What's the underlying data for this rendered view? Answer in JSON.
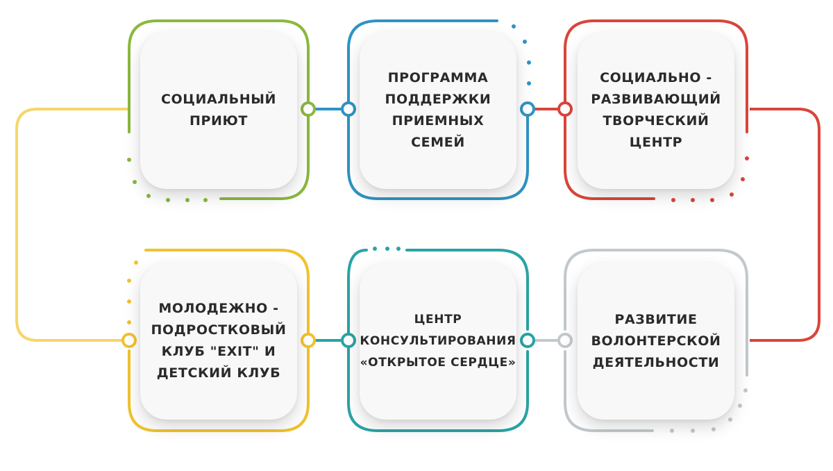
{
  "nodes": [
    {
      "id": "n1",
      "label": "СОЦИАЛЬНЫЙ\nПРИЮТ",
      "color": "#8ab83f"
    },
    {
      "id": "n2",
      "label": "ПРОГРАММА\nПОДДЕРЖКИ\nПРИЕМНЫХ\nСЕМЕЙ",
      "color": "#2f93c4"
    },
    {
      "id": "n3",
      "label": "СОЦИАЛЬНО -\nРАЗВИВАЮЩИЙ\nТВОРЧЕСКИЙ\nЦЕНТР",
      "color": "#d9453a"
    },
    {
      "id": "n4",
      "label": "МОЛОДЕЖНО -\nПОДРОСТКОВЫЙ\nКЛУБ \"EXIT\" И\nДЕТСКИЙ КЛУБ",
      "color": "#f1c22e"
    },
    {
      "id": "n5",
      "label": "ЦЕНТР\nКОНСУЛЬТИРОВАНИЯ\n«ОТКРЫТОЕ СЕРДЦЕ»",
      "color": "#2aa3a5"
    },
    {
      "id": "n6",
      "label": "РАЗВИТИЕ\nВОЛОНТЕРСКОЙ\nДЕЯТЕЛЬНОСТИ",
      "color": "#c2c9cc"
    }
  ],
  "colors": {
    "connector_left": "#f6d66a",
    "connector_right": "#d9453a"
  }
}
